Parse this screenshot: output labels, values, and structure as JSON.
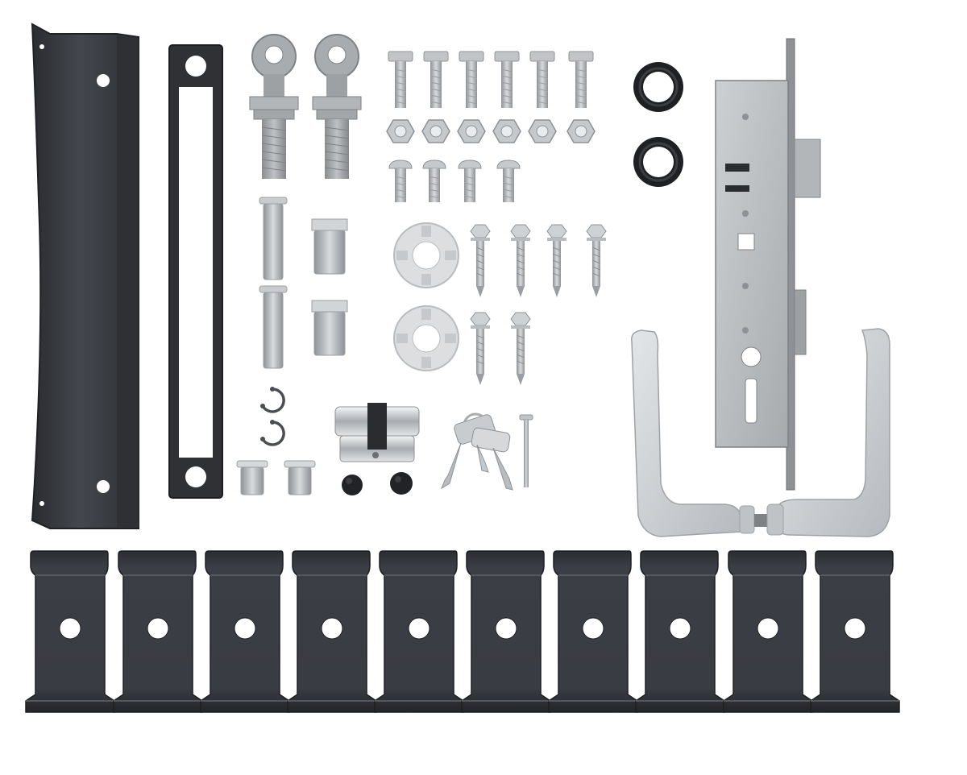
{
  "colors": {
    "background": "#ffffff",
    "anthracite": "#3b3e44",
    "anthracite_dark": "#2a2c30",
    "anthracite_light": "#55595f",
    "steel": "#b9bcbf",
    "steel_dark": "#8e9296",
    "steel_light": "#dcdee0",
    "galvanized": "#a9acae",
    "aluminium": "#cfd3d6",
    "rubber": "#1f2023",
    "chrome": "#e6e8ea"
  },
  "parts": {
    "gate_post_profile": {
      "count": 1,
      "icon": "post-profile-icon"
    },
    "handle_frame": {
      "count": 1,
      "icon": "frame-icon"
    },
    "eye_bolts": {
      "count": 2,
      "icon": "eye-bolt-icon"
    },
    "hex_bolts": {
      "count": 6,
      "icon": "hex-bolt-icon"
    },
    "hex_nuts": {
      "count": 6,
      "icon": "hex-nut-icon"
    },
    "round_head_bolts": {
      "count": 4,
      "icon": "round-bolt-icon"
    },
    "hinge_pins": {
      "count": 2,
      "icon": "hinge-pin-icon"
    },
    "hinge_bushings": {
      "count": 2,
      "icon": "bushing-icon"
    },
    "spacer_washers": {
      "count": 2,
      "icon": "washer-icon"
    },
    "self_drilling_screws": {
      "count": 6,
      "icon": "drill-screw-icon"
    },
    "circlips": {
      "count": 2,
      "icon": "circlip-icon"
    },
    "rivet_nuts": {
      "count": 2,
      "icon": "rivet-nut-icon"
    },
    "lock_cylinder": {
      "count": 1,
      "icon": "cylinder-icon"
    },
    "cover_caps": {
      "count": 2,
      "icon": "cap-icon"
    },
    "keys": {
      "count": 3,
      "icon": "key-icon"
    },
    "pin": {
      "count": 1,
      "icon": "pin-icon"
    },
    "rubber_rings": {
      "count": 2,
      "icon": "rubber-ring-icon"
    },
    "mortise_lock": {
      "count": 1,
      "icon": "mortise-lock-icon"
    },
    "lever_handles": {
      "count": 2,
      "icon": "lever-handle-icon"
    },
    "mounting_clips": {
      "count": 10,
      "icon": "mounting-clip-icon"
    }
  }
}
